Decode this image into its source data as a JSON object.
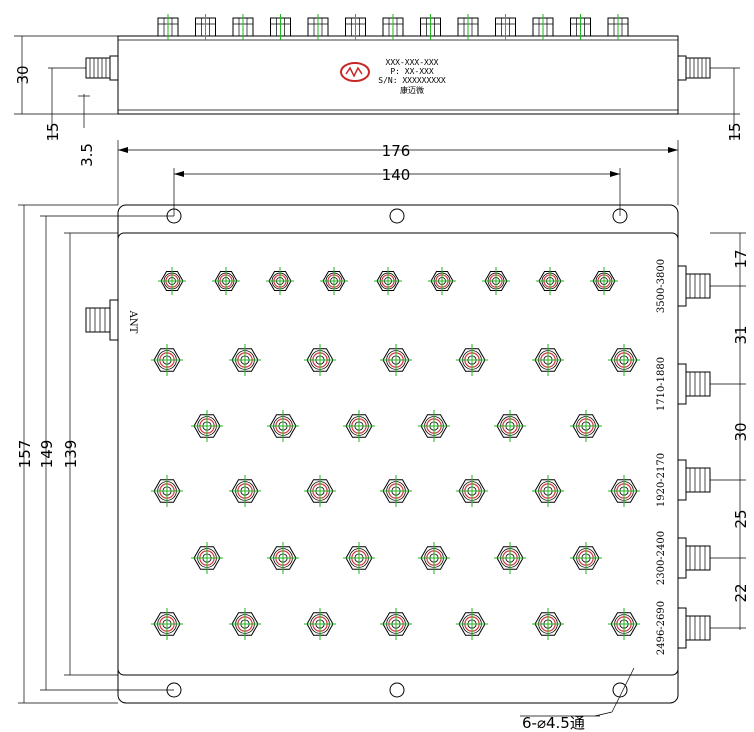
{
  "label_block": {
    "model": "XXX-XXX-XXX",
    "part": "P: XX-XXX",
    "serial": "S/N: XXXXXXXXX",
    "brand": "康迈微"
  },
  "dimensions": {
    "side_height": "30",
    "side_left_connector": "15",
    "side_offset": "3.5",
    "side_right_connector": "15",
    "overall_width": "176",
    "hole_spacing": "140",
    "overall_height": "157",
    "cover_height": "149",
    "inner_height": "139",
    "port_gap_top": "17",
    "port_gap_1": "31",
    "port_gap_2": "30",
    "port_gap_3": "25",
    "port_gap_4": "22",
    "holes_note": "6-⌀4.5通"
  },
  "ports": {
    "antenna": "ANT",
    "bands": [
      "3500-3800",
      "1710-1880",
      "1920-2170",
      "2300-2400",
      "2496-2690"
    ]
  },
  "colors": {
    "line": "#000000",
    "tuner_ring": "#d23a3a",
    "tuner_cross": "#22b522"
  }
}
